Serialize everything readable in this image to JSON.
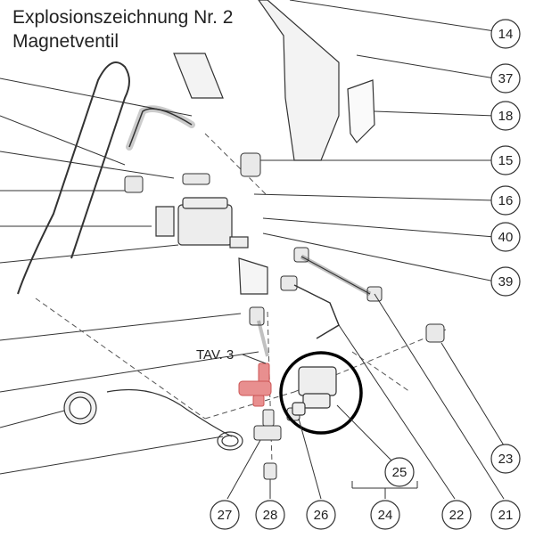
{
  "title": {
    "line1": "Explosionszeichnung Nr. 2",
    "line2": "Magnetventil"
  },
  "reference_label": "TAV. 3",
  "callouts": [
    "14",
    "37",
    "18",
    "15",
    "16",
    "40",
    "39",
    "23",
    "25",
    "24",
    "22",
    "21",
    "26",
    "28",
    "27"
  ],
  "colors": {
    "line": "#333333",
    "highlight_part": "#e88f8f",
    "circle": "#000000"
  }
}
